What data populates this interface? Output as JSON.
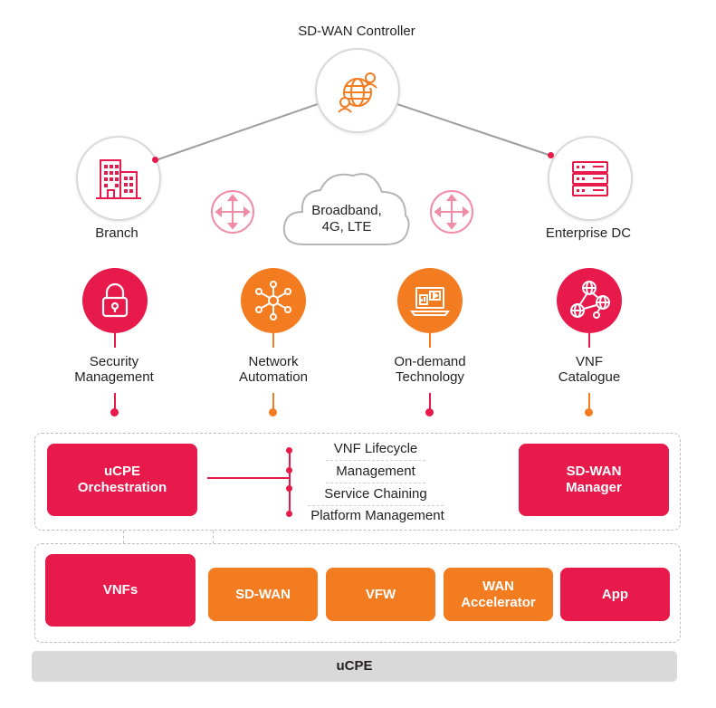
{
  "controller": {
    "label": "SD-WAN Controller",
    "icon": "globe-users-icon"
  },
  "sites": {
    "branch": {
      "label": "Branch",
      "icon": "building-icon"
    },
    "dc": {
      "label": "Enterprise DC",
      "icon": "server-rack-icon"
    }
  },
  "cloud": {
    "line1": "Broadband,",
    "line2": "4G, LTE"
  },
  "features": [
    {
      "line1": "Security",
      "line2": "Management",
      "color": "#e8194b",
      "icon": "padlock-icon"
    },
    {
      "line1": "Network",
      "line2": "Automation",
      "color": "#f47c20",
      "icon": "network-nodes-icon"
    },
    {
      "line1": "On-demand",
      "line2": "Technology",
      "color": "#f47c20",
      "icon": "laptop-media-icon"
    },
    {
      "line1": "VNF",
      "line2": "Catalogue",
      "color": "#e8194b",
      "icon": "globes-network-icon"
    }
  ],
  "orchestration": {
    "left_line1": "uCPE",
    "left_line2": "Orchestration",
    "right_line1": "SD-WAN",
    "right_line2": "Manager",
    "list": [
      "VNF Lifecycle",
      "Management",
      "Service Chaining",
      "Platform Management"
    ]
  },
  "vnf_row": {
    "vnfs": "VNFs",
    "sdwan": "SD-WAN",
    "vfw": "VFW",
    "wan_line1": "WAN",
    "wan_line2": "Accelerator",
    "app": "App"
  },
  "base": {
    "label": "uCPE"
  },
  "colors": {
    "red": "#e8194b",
    "orange": "#f47c20",
    "pink": "#f08ca6",
    "gray": "#d9d9d9"
  }
}
